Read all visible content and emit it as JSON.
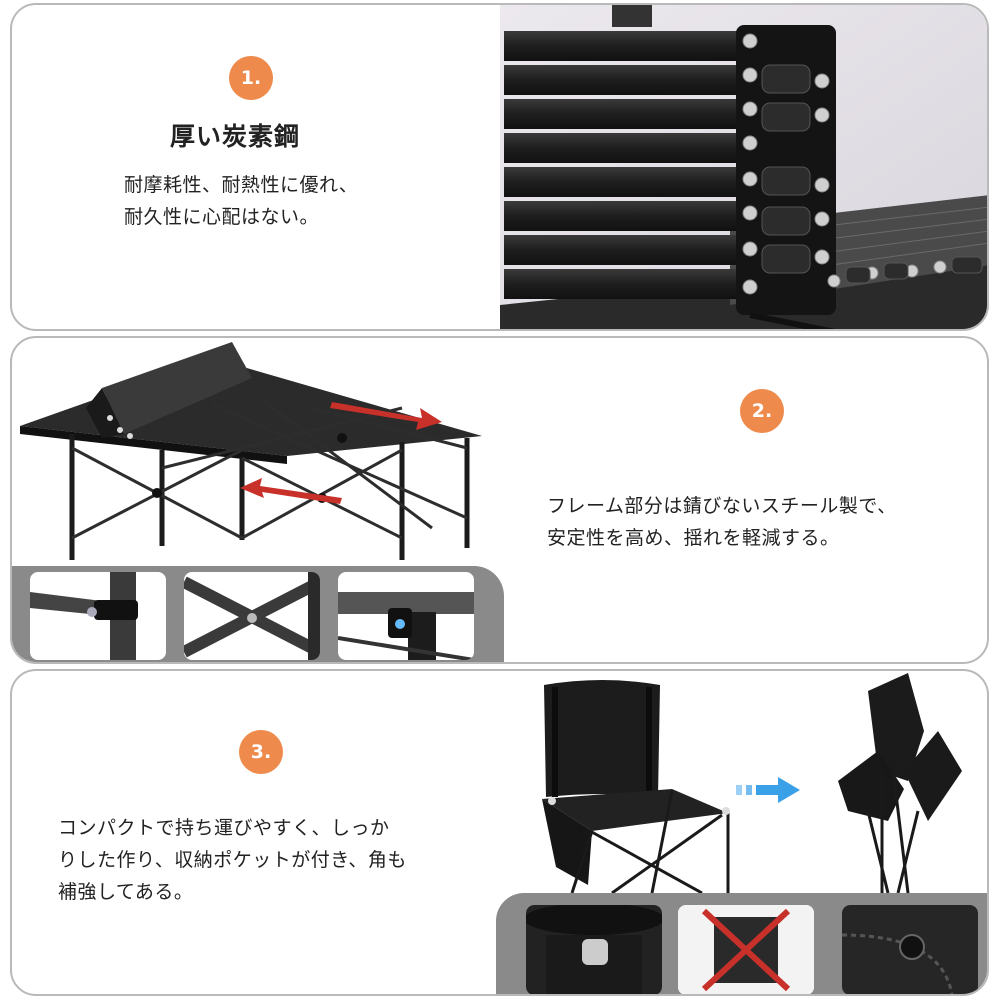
{
  "sections": [
    {
      "number": "1.",
      "heading": "厚い炭素鋼",
      "lines": [
        "耐摩耗性、耐熱性に優れ、",
        "耐久性に心配はない。"
      ]
    },
    {
      "number": "2.",
      "lines": [
        "フレーム部分は錆びないスチール製で、",
        "安定性を高め、揺れを軽減する。"
      ]
    },
    {
      "number": "3.",
      "lines": [
        "コンパクトで持ち運びやすく、しっか",
        "りした作り、収納ポケットが付き、角も",
        "補強してある。"
      ]
    }
  ],
  "colors": {
    "badge": "#ee8a4c",
    "border": "#b9b9b9",
    "thumb_strip": "#8a8a8a",
    "arrow_red": "#c8302a",
    "arrow_blue": "#3aa0e8"
  }
}
